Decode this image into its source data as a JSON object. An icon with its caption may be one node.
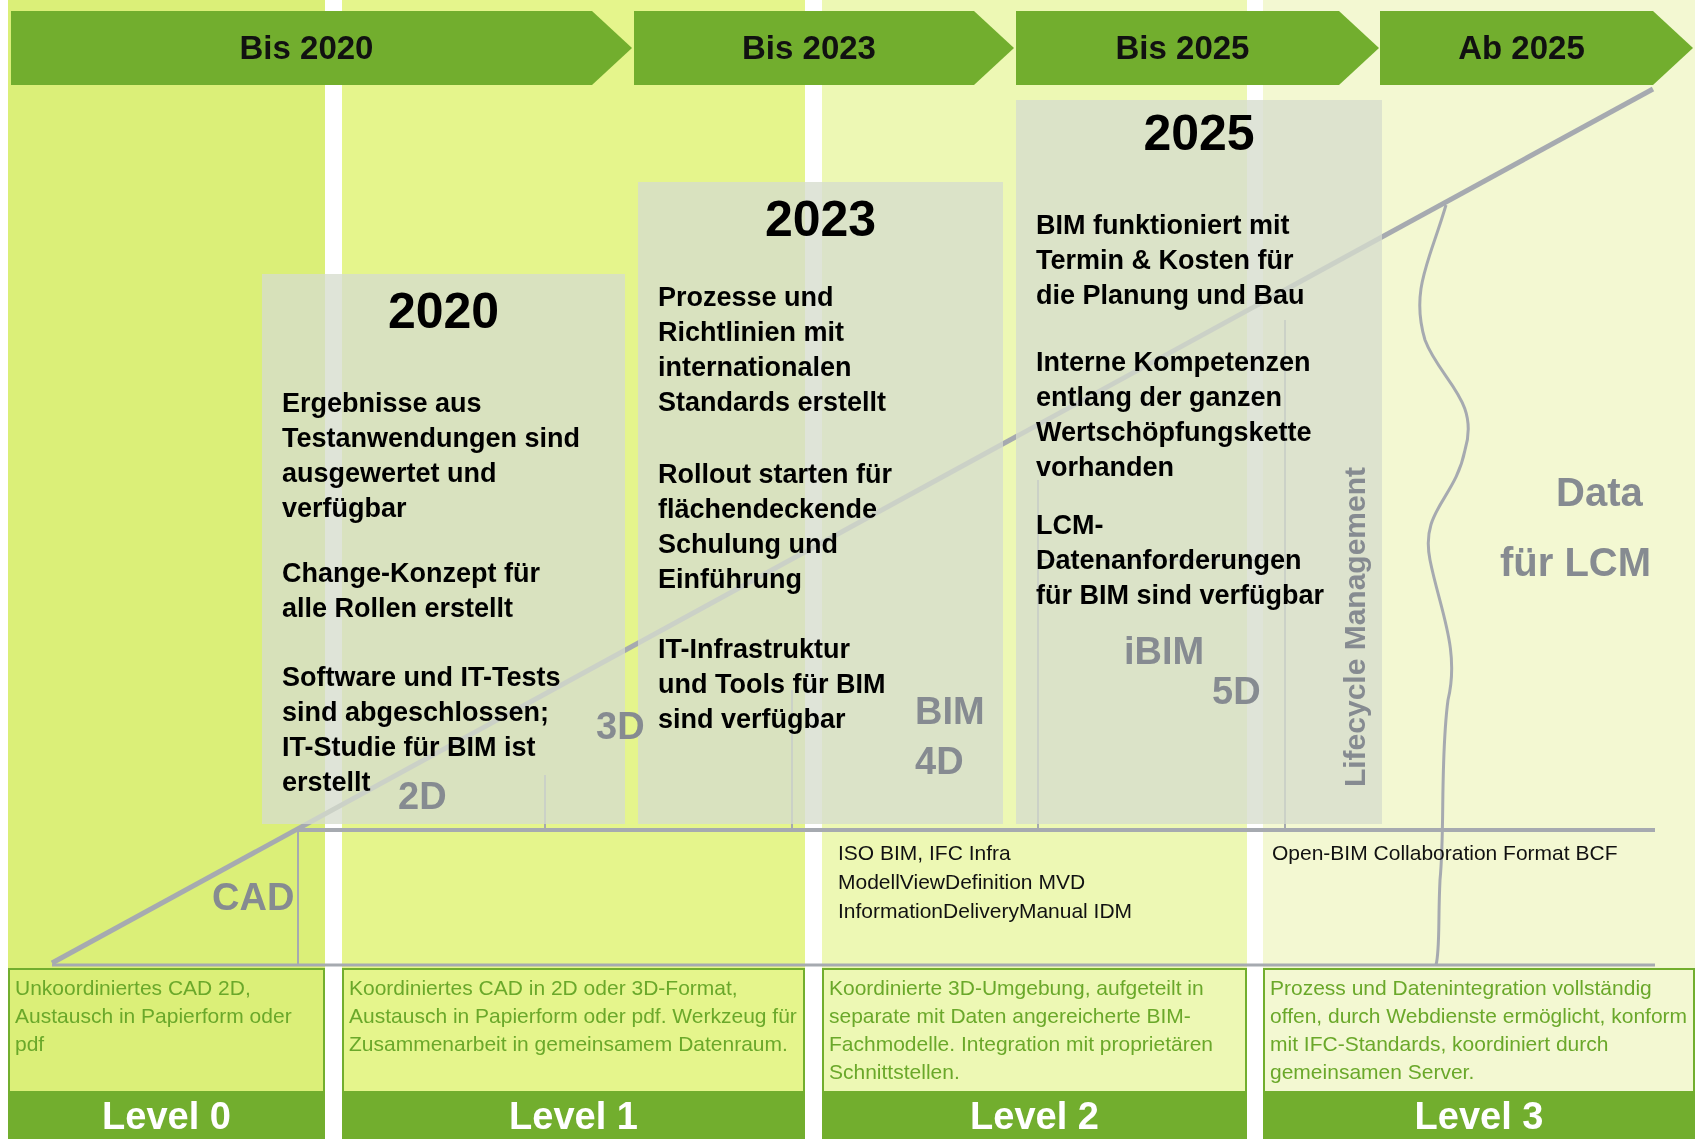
{
  "diagram": {
    "nodes": [
      {
        "text": [
          "Bis 2020"
        ]
      },
      {
        "text": [
          "Bis 2023"
        ]
      },
      {
        "text": [
          "Bis 2025"
        ]
      },
      {
        "text": [
          "Ab 2025"
        ]
      },
      {
        "text": [
          "2020",
          "Ergebnisse aus Testanwendungen sind ausgewertet und verfügbar",
          "Change-Konzept für alle Rollen erstellt",
          "Software und IT-Tests sind abgeschlossen; IT-Studie für BIM ist erstellt"
        ]
      },
      {
        "text": [
          "2023",
          "Prozesse und Richtlinien mit internationalen Standards erstellt",
          "Rollout starten für flächendeckende Schulung und Einführung",
          "IT-Infrastruktur und Tools für BIM sind verfügbar"
        ]
      },
      {
        "text": [
          "2025",
          "BIM funktioniert mit Termin & Kosten für die Planung und Bau",
          "Interne Kompetenzen entlang der ganzen Wertschöpfungskette vorhanden",
          "LCM-Datenanforderungen für BIM sind verfügbar"
        ]
      },
      {
        "text": [
          "Unkoordiniertes CAD 2D, Austausch in Papierform oder pdf"
        ]
      },
      {
        "text": [
          "Koordiniertes CAD in 2D oder 3D-Format, Austausch in Papierform oder pdf. Werkzeug für Zusammenarbeit in gemeinsamem Datenraum."
        ]
      },
      {
        "text": [
          "Koordinierte 3D-Umgebung, aufgeteilt in separate mit Daten angereicherte BIM-Fachmodelle. Integration mit proprietären Schnittstellen."
        ]
      },
      {
        "text": [
          "Prozess und Datenintegration vollständig offen, durch Webdienste ermöglicht, konform mit IFC-Standards, koordiniert durch gemeinsamen Server."
        ]
      },
      {
        "text": [
          "Level 0"
        ]
      },
      {
        "text": [
          "Level 1"
        ]
      },
      {
        "text": [
          "Level 2"
        ]
      },
      {
        "text": [
          "Level 3"
        ]
      }
    ],
    "labels": [
      "CAD",
      "2D",
      "3D",
      "BIM",
      "4D",
      "iBIM",
      "5D",
      "Lifecycle Management",
      "Data",
      "für LCM",
      "ISO BIM, IFC Infra",
      "ModellViewDefinition MVD",
      "InformationDeliveryManual IDM",
      "Open-BIM Collaboration Format BCF"
    ]
  }
}
